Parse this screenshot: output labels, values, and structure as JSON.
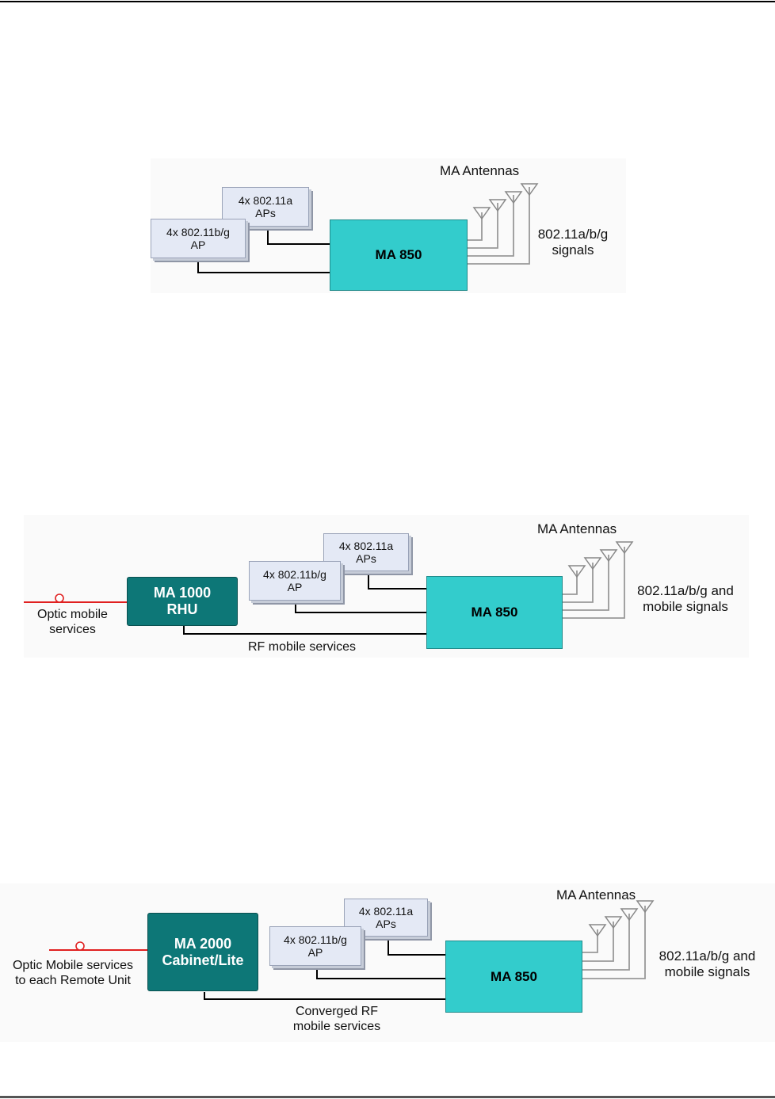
{
  "diagrams": [
    {
      "antenna_label": "MA Antennas",
      "ap_11a": [
        "4x 802.11a",
        "APs"
      ],
      "ap_11bg": [
        "4x 802.11b/g",
        "AP"
      ],
      "hub": "MA 850",
      "signals": [
        "802.11a/b/g",
        "signals"
      ]
    },
    {
      "antenna_label": "MA Antennas",
      "ap_11a": [
        "4x 802.11a",
        "APs"
      ],
      "ap_11bg": [
        "4x 802.11b/g",
        "AP"
      ],
      "hub": "MA 850",
      "source_unit": [
        "MA 1000",
        "RHU"
      ],
      "optic_label": [
        "Optic mobile",
        "services"
      ],
      "rf_label": [
        "RF mobile services"
      ],
      "signals": [
        "802.11a/b/g and",
        "mobile signals"
      ]
    },
    {
      "antenna_label": "MA Antennas",
      "ap_11a": [
        "4x 802.11a",
        "APs"
      ],
      "ap_11bg": [
        "4x 802.11b/g",
        "AP"
      ],
      "hub": "MA 850",
      "source_unit": [
        "MA 2000",
        "Cabinet/Lite"
      ],
      "optic_label": [
        "Optic Mobile services",
        "to each Remote Unit"
      ],
      "rf_label": [
        "Converged RF",
        "mobile services"
      ],
      "signals": [
        "802.11a/b/g and",
        "mobile signals"
      ]
    }
  ],
  "colors": {
    "hub": "#33cccc",
    "source_unit": "#0d7777",
    "ap_box": "#e4e9f5",
    "optic_line": "#e02020",
    "antenna_line": "#999999"
  }
}
